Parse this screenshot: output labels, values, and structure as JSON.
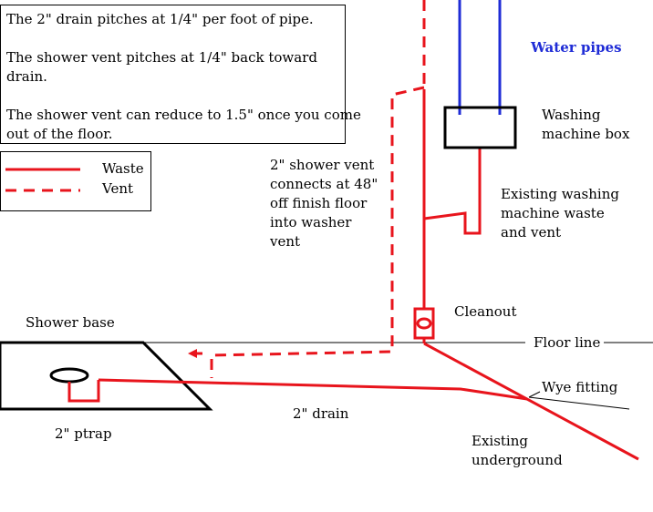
{
  "notes": {
    "line1": "The 2\" drain pitches at 1/4\" per foot of pipe.",
    "line2a": "The shower vent pitches at 1/4\" back toward",
    "line2b": "drain.",
    "line3a": "The shower vent can reduce to 1.5\" once you come",
    "line3b": "out of the floor."
  },
  "legend": {
    "waste": "Waste",
    "vent": "Vent"
  },
  "labels": {
    "water_pipes": "Water pipes",
    "washing_box_1": "Washing",
    "washing_box_2": "machine box",
    "shower_vent_1": "2\" shower vent",
    "shower_vent_2": "connects at 48\"",
    "shower_vent_3": "off finish floor",
    "shower_vent_4": "into washer",
    "shower_vent_5": "vent",
    "existing_wm_1": "Existing washing",
    "existing_wm_2": "machine waste",
    "existing_wm_3": "and vent",
    "cleanout": "Cleanout",
    "shower_base": "Shower base",
    "floor_line": "Floor line",
    "wye_fitting": "Wye fitting",
    "drain": "2\" drain",
    "ptrap": "2\" ptrap",
    "existing_ug_1": "Existing",
    "existing_ug_2": "underground"
  },
  "colors": {
    "pipe": "#e8141c",
    "water": "#1f2cd6",
    "line": "#000000"
  }
}
